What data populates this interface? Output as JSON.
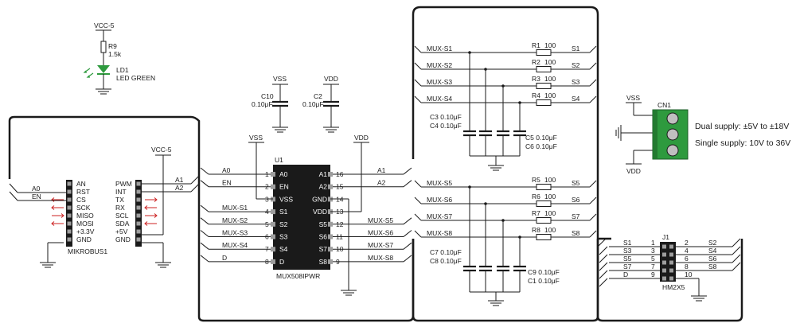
{
  "led_section": {
    "vcc": "VCC-5",
    "resistor_ref": "R9",
    "resistor_val": "1.5k",
    "led_ref": "LD1",
    "led_val": "LED GREEN"
  },
  "mikrobus": {
    "name": "MIKROBUS1",
    "vcc": "VCC-5",
    "left_pins": [
      "AN",
      "RST",
      "CS",
      "SCK",
      "MISO",
      "MOSI",
      "+3.3V",
      "GND"
    ],
    "right_pins": [
      "PWM",
      "INT",
      "TX",
      "RX",
      "SCL",
      "SDA",
      "+5V",
      "GND"
    ],
    "net_left": [
      "A0",
      "EN"
    ],
    "net_right": [
      "A1",
      "A2"
    ]
  },
  "caps_top": {
    "c10_ref": "C10",
    "c10_val": "0.10μF",
    "c10_net": "VSS",
    "c2_ref": "C2",
    "c2_val": "0.10μF",
    "c2_net": "VDD"
  },
  "chip": {
    "ref": "U1",
    "name": "MUX508IPWR",
    "left_pins": [
      "A0",
      "EN",
      "VSS",
      "S1",
      "S2",
      "S3",
      "S4",
      "D"
    ],
    "left_nums": [
      "1",
      "2",
      "3",
      "4",
      "5",
      "6",
      "7",
      "8"
    ],
    "right_pins": [
      "A1",
      "A2",
      "GND",
      "VDD",
      "S5",
      "S6",
      "S7",
      "S8"
    ],
    "right_nums": [
      "16",
      "15",
      "14",
      "13",
      "12",
      "11",
      "10",
      "9"
    ],
    "left_nets": [
      "A0",
      "EN",
      "",
      "MUX-S1",
      "MUX-S2",
      "MUX-S3",
      "MUX-S4",
      "D"
    ],
    "right_nets": [
      "A1",
      "A2",
      "",
      "",
      "MUX-S5",
      "MUX-S6",
      "MUX-S7",
      "MUX-S8"
    ],
    "vss_net": "VSS",
    "vdd_net": "VDD"
  },
  "filter": {
    "rows": [
      {
        "net": "MUX-S1",
        "r": "R1",
        "val": "100",
        "out": "S1"
      },
      {
        "net": "MUX-S2",
        "r": "R2",
        "val": "100",
        "out": "S2"
      },
      {
        "net": "MUX-S3",
        "r": "R3",
        "val": "100",
        "out": "S3"
      },
      {
        "net": "MUX-S4",
        "r": "R4",
        "val": "100",
        "out": "S4"
      },
      {
        "net": "MUX-S5",
        "r": "R5",
        "val": "100",
        "out": "S5"
      },
      {
        "net": "MUX-S6",
        "r": "R6",
        "val": "100",
        "out": "S6"
      },
      {
        "net": "MUX-S7",
        "r": "R7",
        "val": "100",
        "out": "S7"
      },
      {
        "net": "MUX-S8",
        "r": "R8",
        "val": "100",
        "out": "S8"
      }
    ],
    "caps_top_left": [
      "C3  0.10μF",
      "C4  0.10μF"
    ],
    "caps_top_right": [
      "C5  0.10μF",
      "C6  0.10μF"
    ],
    "caps_bot_left": [
      "C7  0.10μF",
      "C8  0.10μF"
    ],
    "caps_bot_right": [
      "C9  0.10μF",
      "C1  0.10μF"
    ]
  },
  "connector": {
    "ref": "CN1",
    "vss": "VSS",
    "vdd": "VDD",
    "dual": "Dual supply: ±5V to ±18V",
    "single": "Single supply: 10V to 36V",
    "color": "#2e9a3e"
  },
  "header": {
    "ref": "J1",
    "name": "HM2X5",
    "left_labels": [
      "S1",
      "S3",
      "S5",
      "S7",
      "D"
    ],
    "left_nums": [
      "1",
      "3",
      "5",
      "7",
      "9"
    ],
    "right_nums": [
      "2",
      "4",
      "6",
      "8",
      "10"
    ],
    "right_labels": [
      "S2",
      "S4",
      "S6",
      "S8",
      ""
    ]
  }
}
